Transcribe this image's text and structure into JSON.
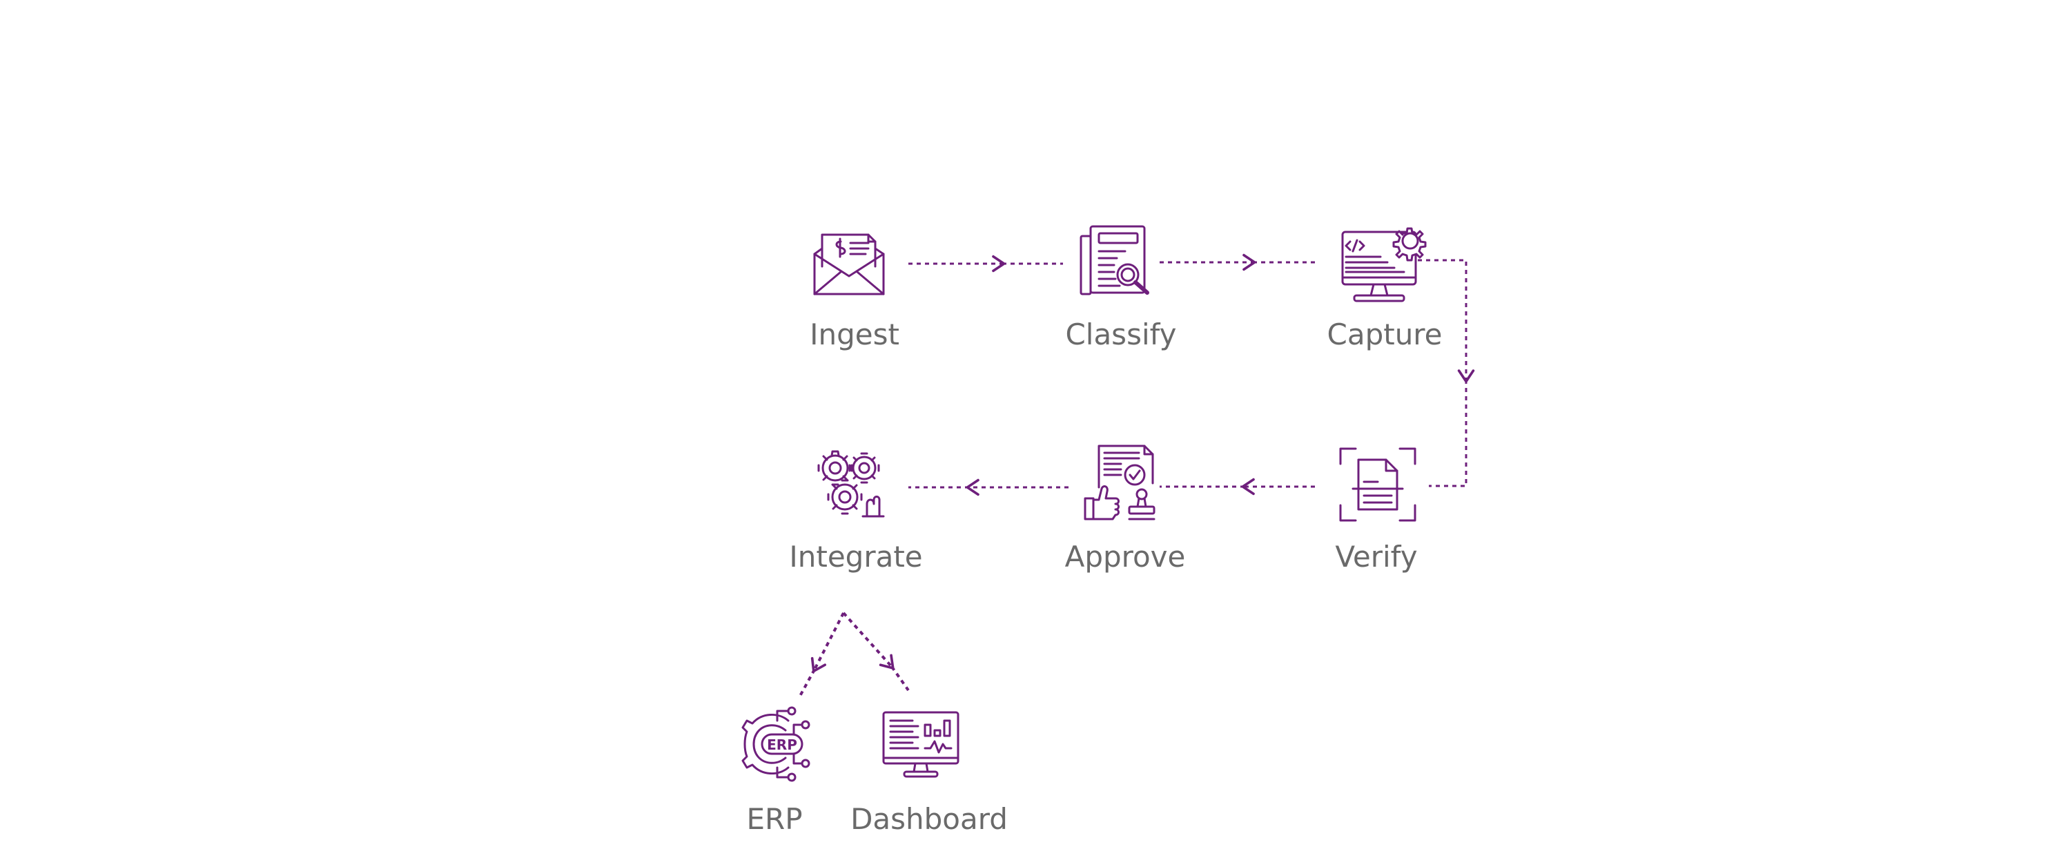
{
  "colors": {
    "accent": "#6e1f7c",
    "label": "#6a6a6a",
    "background": "#ffffff"
  },
  "steps": [
    {
      "id": "ingest",
      "label": "Ingest",
      "icon": "envelope-invoice-icon"
    },
    {
      "id": "classify",
      "label": "Classify",
      "icon": "document-search-icon"
    },
    {
      "id": "capture",
      "label": "Capture",
      "icon": "monitor-code-gear-icon"
    },
    {
      "id": "verify",
      "label": "Verify",
      "icon": "document-scan-icon"
    },
    {
      "id": "approve",
      "label": "Approve",
      "icon": "document-approval-stamp-icon"
    },
    {
      "id": "integrate",
      "label": "Integrate",
      "icon": "gears-hand-icon"
    }
  ],
  "outputs": [
    {
      "id": "erp",
      "label": "ERP",
      "icon": "erp-gear-icon",
      "badge": "ERP"
    },
    {
      "id": "dashboard",
      "label": "Dashboard",
      "icon": "dashboard-monitor-icon"
    }
  ]
}
